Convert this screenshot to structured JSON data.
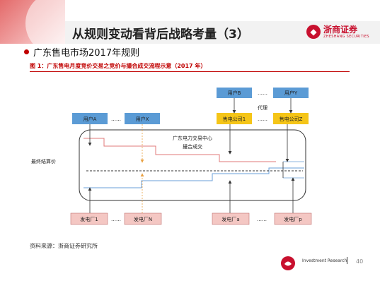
{
  "slide": {
    "title": "从规则变动看背后战略考量（3）",
    "logo_cn": "浙商证券",
    "logo_en": "ZHESHANG SECURITIES",
    "bullet": "广东售电市场2017年规则",
    "figure_caption": "图 1：广东售电月度竞价交易之竞价与撮合成交流程示意（2017 年）",
    "source": "资料来源：浙商证券研究所",
    "footer_text": "Investment Research",
    "page_number": "40"
  },
  "diagram": {
    "users_top": [
      "用户B",
      "用户Y"
    ],
    "users_row": [
      "用户A",
      "用户X"
    ],
    "sellers": [
      "售电公司1",
      "售电公司Z"
    ],
    "agency_label": "代理",
    "center_label_1": "广东电力交易中心",
    "center_label_2": "撮合成交",
    "price_label": "最终结算价",
    "plants": [
      "发电厂1",
      "发电厂N",
      "发电厂a",
      "发电厂p"
    ],
    "ellipsis": "……"
  },
  "colors": {
    "blue_box": "#5b9bd5",
    "yellow_box": "#f5c518",
    "pink_box": "#f4c7c3",
    "accent_red": "#c00000"
  }
}
